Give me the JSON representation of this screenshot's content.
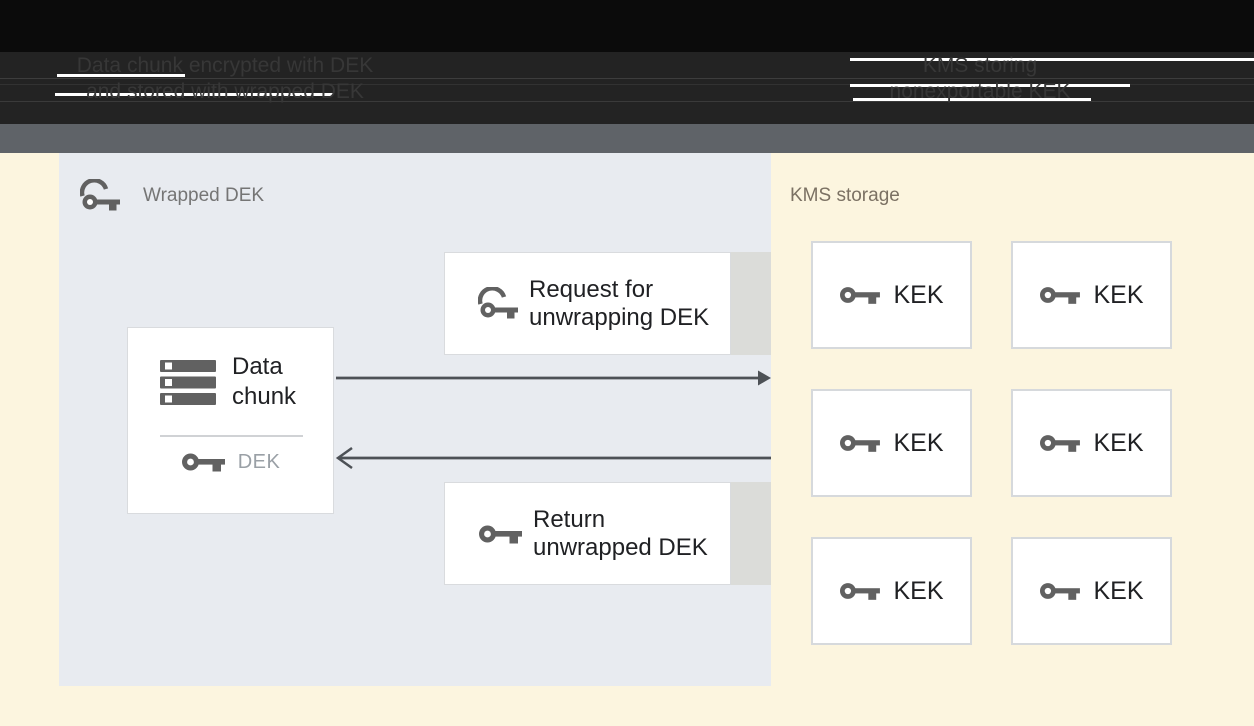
{
  "header": {
    "left_caption_line1": "Data chunk encrypted with DEK",
    "left_caption_line2": "and stored with wrapped DEK",
    "right_caption_line1": "KMS storing",
    "right_caption_line2": "nonexportable KEK"
  },
  "diagram": {
    "wrapped_dek": {
      "label": "Wrapped DEK",
      "data_chunk": {
        "title": "Data chunk",
        "key_label": "DEK"
      },
      "request_box": {
        "line1": "Request for",
        "line2": "unwrapping DEK"
      },
      "return_box": {
        "line1": "Return",
        "line2": "unwrapped DEK"
      }
    },
    "kms": {
      "label": "KMS storage",
      "keks": [
        "KEK",
        "KEK",
        "KEK",
        "KEK",
        "KEK",
        "KEK"
      ]
    }
  },
  "icons": {
    "wrapped_key": "key-with-cover",
    "plain_key": "key",
    "data_stack": "stacked-storage-rows"
  },
  "colors": {
    "header_black": "#0b0b0b",
    "header_dark": "#232323",
    "gray_band": "#5f6368",
    "page_background": "#fcf5df",
    "container_background": "#e8ebf0",
    "box_border": "#d9dbde",
    "icon_gray": "#616161",
    "text_dark": "#202124",
    "text_muted": "#9aa0a6",
    "label_gray": "#757575",
    "arrow": "#4d5156"
  }
}
